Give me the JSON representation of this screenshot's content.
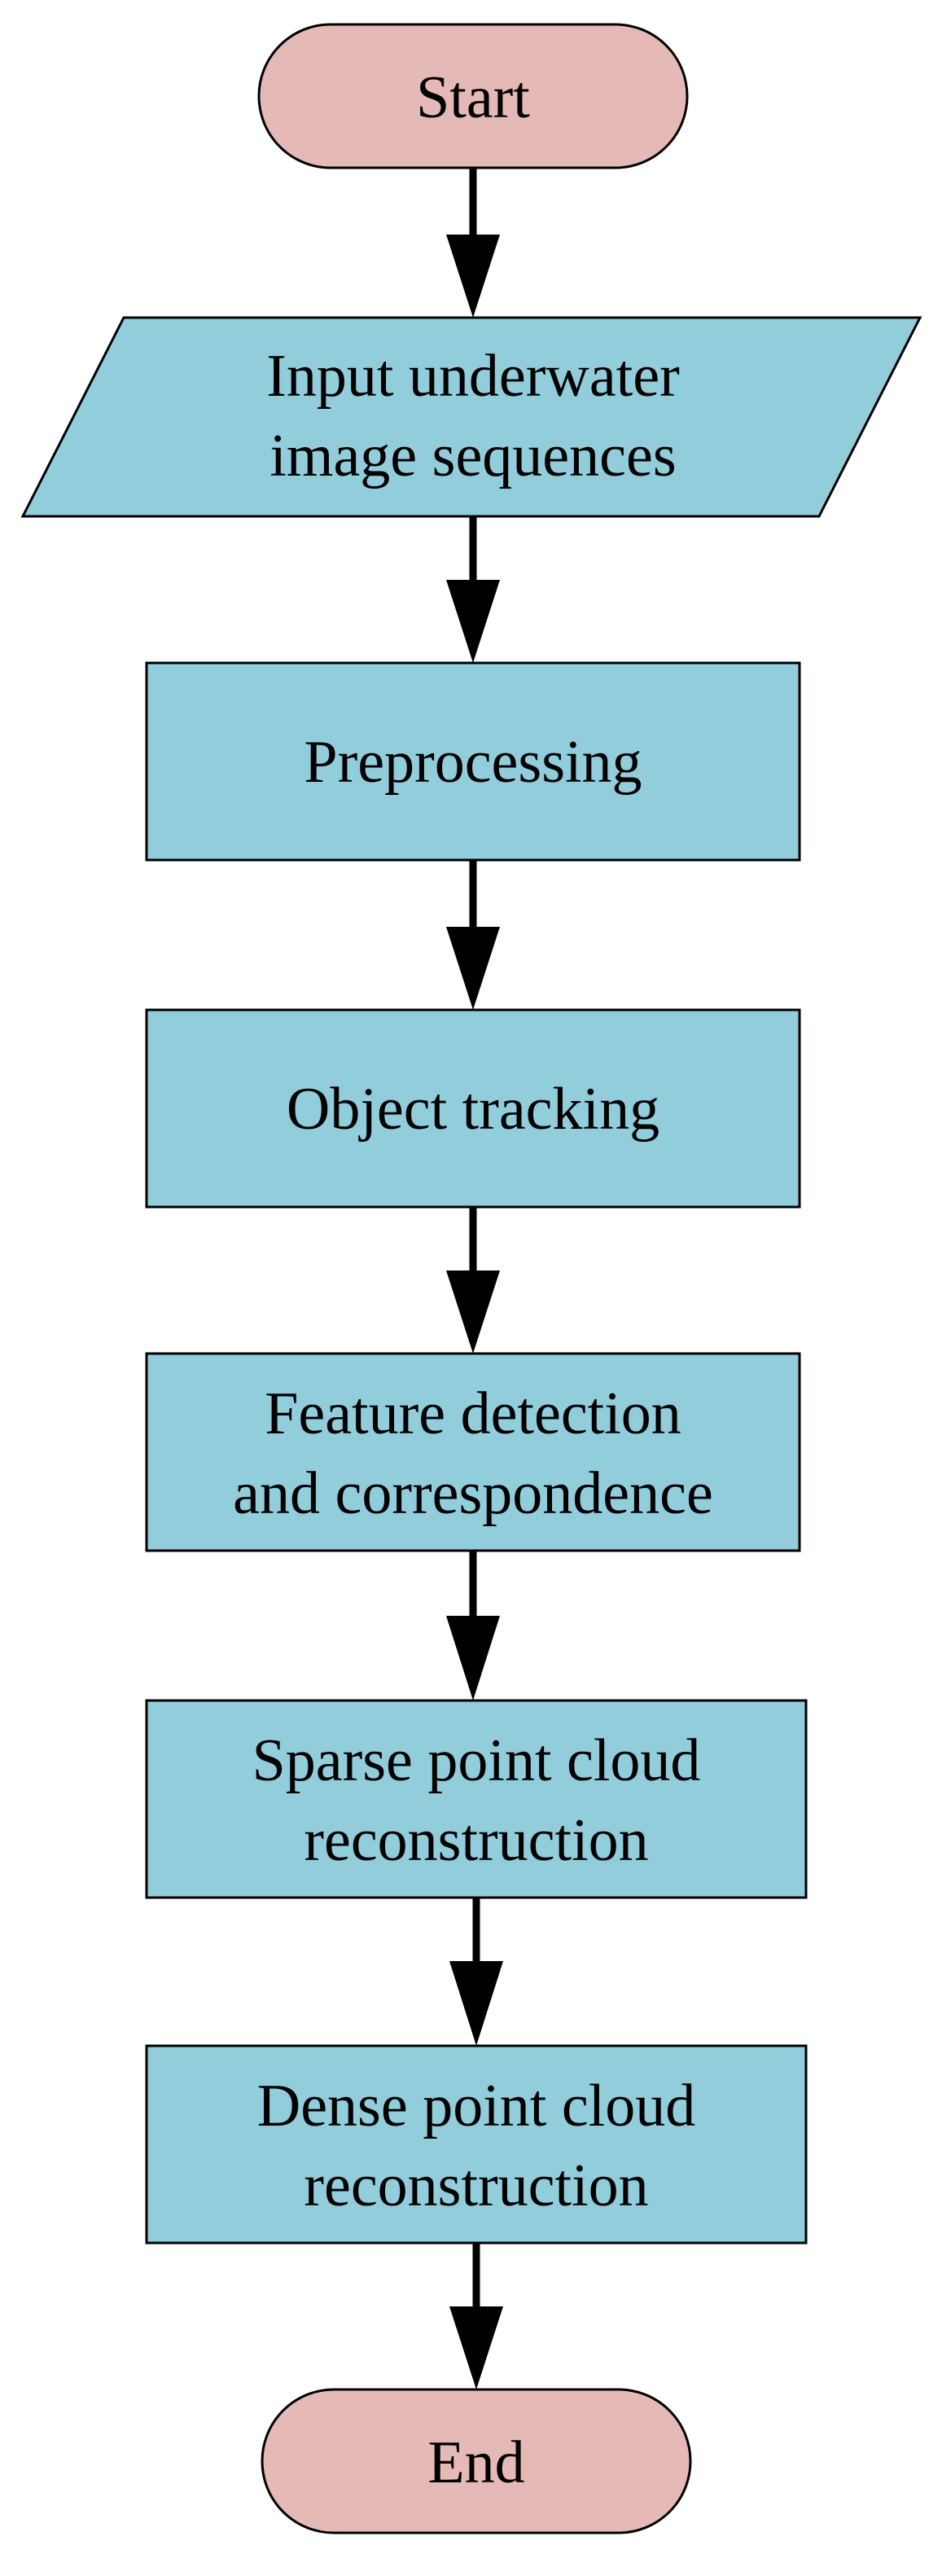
{
  "diagram": {
    "type": "flowchart",
    "colors": {
      "terminal_fill": "#e5b9b5",
      "process_fill": "#92cddc",
      "stroke": "#000000"
    },
    "nodes": {
      "start": {
        "shape": "terminal",
        "lines": [
          "Start"
        ]
      },
      "input": {
        "shape": "parallelogram",
        "lines": [
          "Input underwater",
          "image sequences"
        ]
      },
      "preproc": {
        "shape": "process",
        "lines": [
          "Preprocessing"
        ]
      },
      "track": {
        "shape": "process",
        "lines": [
          "Object tracking"
        ]
      },
      "feature": {
        "shape": "process",
        "lines": [
          "Feature detection",
          "and correspondence"
        ]
      },
      "sparse": {
        "shape": "process",
        "lines": [
          "Sparse point cloud",
          "reconstruction"
        ]
      },
      "dense": {
        "shape": "process",
        "lines": [
          "Dense point cloud",
          "reconstruction"
        ]
      },
      "end": {
        "shape": "terminal",
        "lines": [
          "End"
        ]
      }
    },
    "edges": [
      [
        "start",
        "input"
      ],
      [
        "input",
        "preproc"
      ],
      [
        "preproc",
        "track"
      ],
      [
        "track",
        "feature"
      ],
      [
        "feature",
        "sparse"
      ],
      [
        "sparse",
        "dense"
      ],
      [
        "dense",
        "end"
      ]
    ]
  }
}
